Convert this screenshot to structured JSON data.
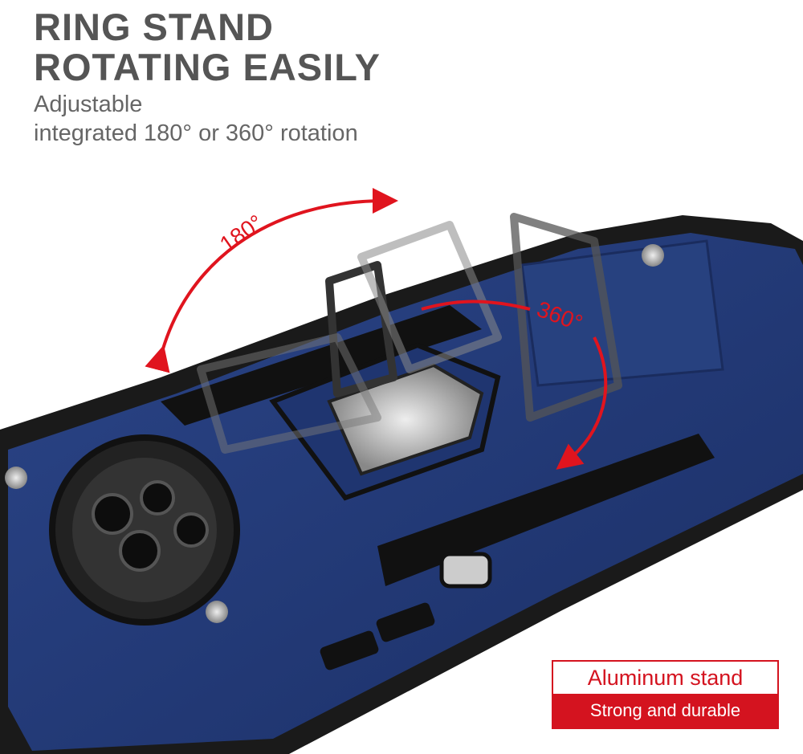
{
  "header": {
    "title_line1": "RING STAND",
    "title_line2": "ROTATING EASILY",
    "subtitle_line1": "Adjustable",
    "subtitle_line2": "integrated 180° or 360° rotation"
  },
  "annotations": {
    "angle_180": "180°",
    "angle_360": "360°"
  },
  "feature_box": {
    "headline": "Aluminum stand",
    "tagline": "Strong and durable"
  },
  "colors": {
    "accent_red": "#d4131f",
    "case_blue": "#223a78",
    "text_gray": "#555555"
  }
}
